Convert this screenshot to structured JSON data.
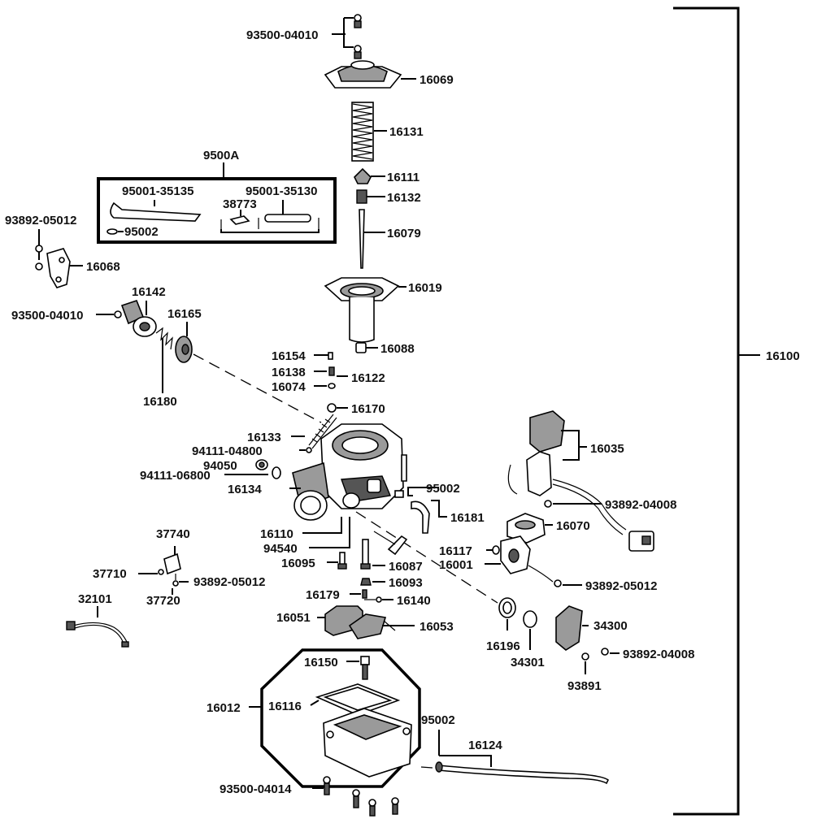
{
  "diagram": {
    "labels": {
      "p93500_04010_top": "93500-04010",
      "p16069": "16069",
      "p16131": "16131",
      "p16111": "16111",
      "p16132": "16132",
      "p16079": "16079",
      "p16019": "16019",
      "p16088": "16088",
      "p9500A": "9500A",
      "p95001_35135": "95001-35135",
      "p95001_35130": "95001-35130",
      "p38773": "38773",
      "p95002_kit": "95002",
      "p93892_05012_left": "93892-05012",
      "p16068": "16068",
      "p16142": "16142",
      "p16165": "16165",
      "p93500_04010_left": "93500-04010",
      "p16180": "16180",
      "p16154": "16154",
      "p16138": "16138",
      "p16122": "16122",
      "p16074": "16074",
      "p16170": "16170",
      "p16133": "16133",
      "p94111_04800": "94111-04800",
      "p94050": "94050",
      "p94111_06800": "94111-06800",
      "p16134": "16134",
      "p95002_mid": "95002",
      "p16181": "16181",
      "p16110": "16110",
      "p94540": "94540",
      "p16095": "16095",
      "p16087": "16087",
      "p16093": "16093",
      "p16179": "16179",
      "p16140": "16140",
      "p16051": "16051",
      "p16053": "16053",
      "p37740": "37740",
      "p37710": "37710",
      "p93892_05012_mid": "93892-05012",
      "p37720": "37720",
      "p32101": "32101",
      "p16035": "16035",
      "p93892_04008_top": "93892-04008",
      "p16070": "16070",
      "p16117": "16117",
      "p16001": "16001",
      "p93892_05012_right": "93892-05012",
      "p16196": "16196",
      "p34301": "34301",
      "p34300": "34300",
      "p93892_04008_bot": "93892-04008",
      "p93891": "93891",
      "p16150": "16150",
      "p16116": "16116",
      "p16012": "16012",
      "p95002_bot": "95002",
      "p16124": "16124",
      "p93500_04014": "93500-04014",
      "p16100": "16100"
    }
  }
}
